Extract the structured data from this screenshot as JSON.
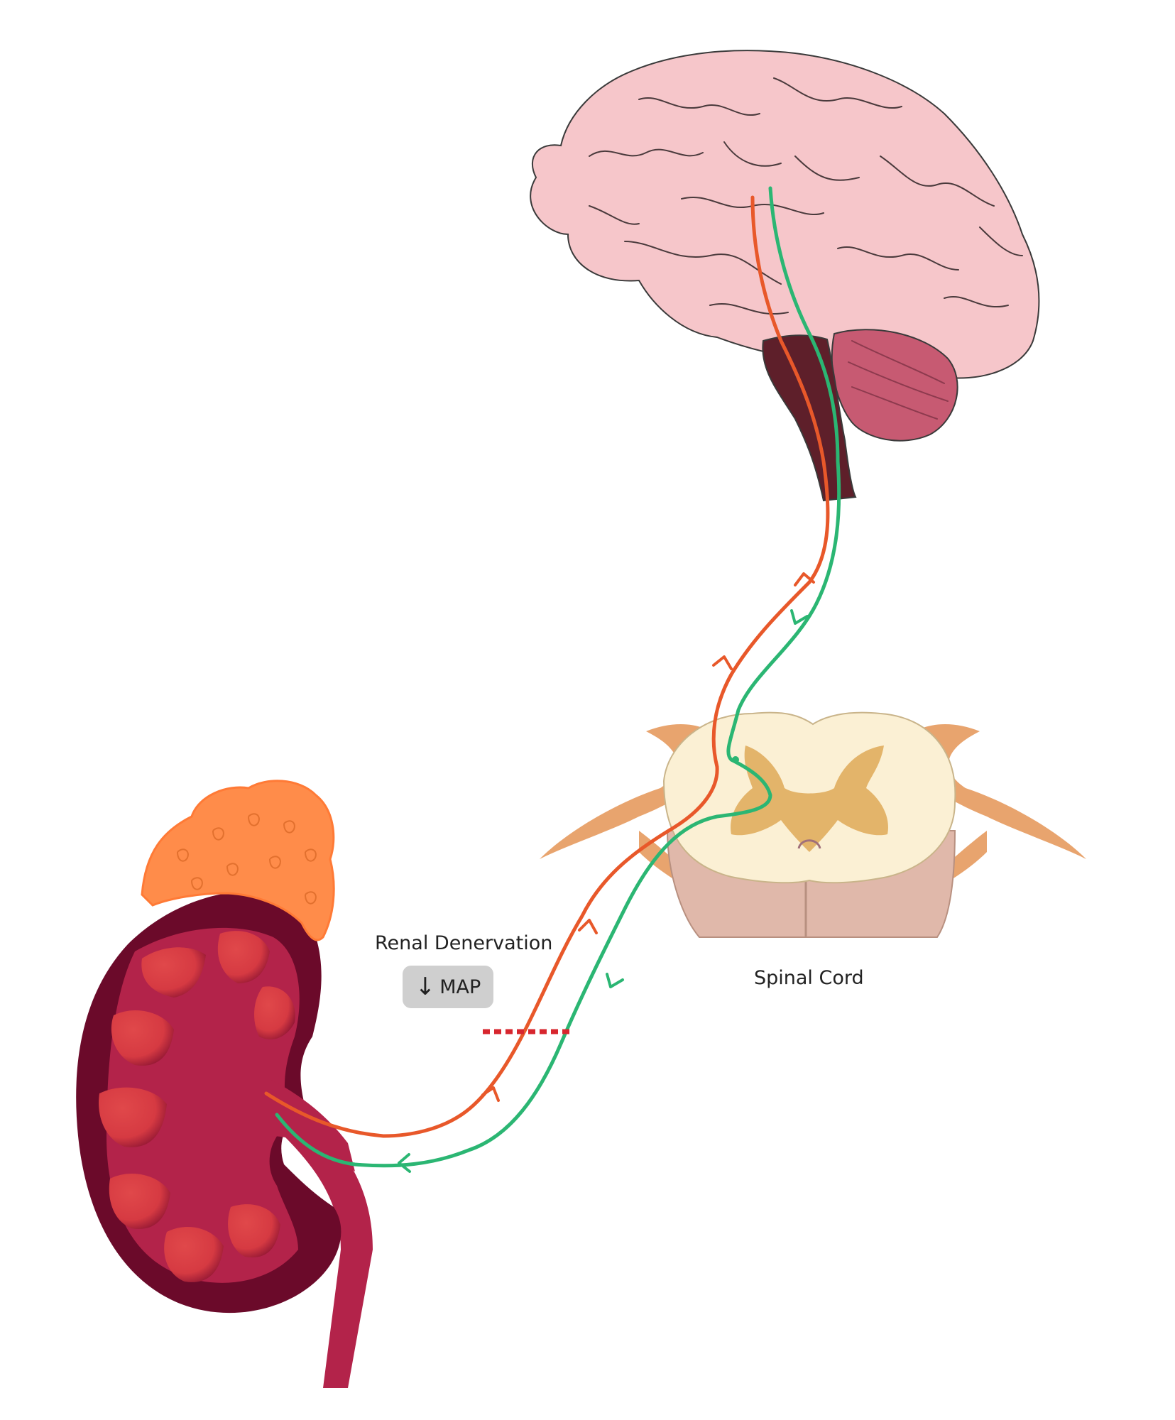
{
  "labels": {
    "renal_denervation": "Renal Denervation",
    "map_text": "MAP",
    "map_arrow": "↓",
    "spinal_cord": "Spinal Cord"
  },
  "colors": {
    "afferent_nerve": "#e8582a",
    "efferent_nerve": "#2bb673",
    "denervation_cut": "#d7262e",
    "kidney_outer": "#6b0a2a",
    "kidney_inner": "#b3234a",
    "renal_pyramid": "#e0484a",
    "adrenal_gland": "#ff8c4a",
    "brain": "#f6c6ca",
    "cerebellum": "#c75a72",
    "brainstem": "#5e1f2a",
    "spinal_white_matter": "#fbf0d4",
    "spinal_grey_matter": "#e3b46a",
    "spinal_nerve_roots": "#e8a46e",
    "badge_bg": "#cfcfcf"
  }
}
